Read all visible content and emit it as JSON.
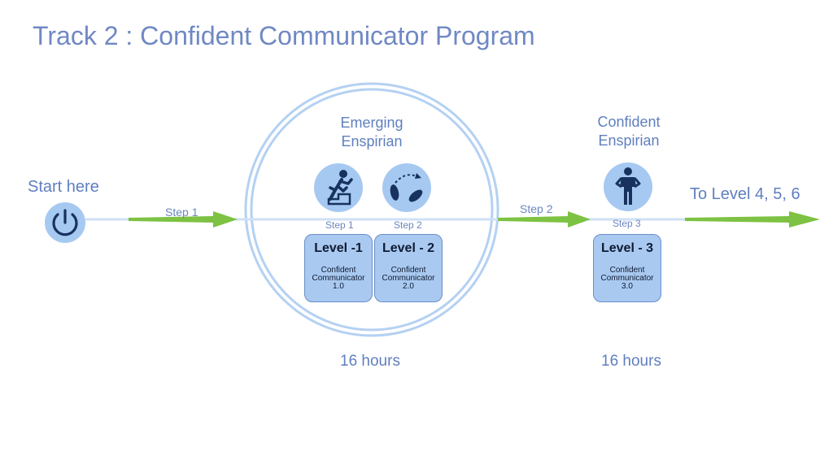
{
  "title": "Track 2 : Confident Communicator Program",
  "start": {
    "label": "Start here",
    "icon": "power-icon"
  },
  "arrows": [
    {
      "label": "Step 1"
    },
    {
      "label": "Step 2"
    },
    {
      "label": "To Level 4, 5, 6"
    }
  ],
  "stages": [
    {
      "name_line1": "Emerging",
      "name_line2": "Enspirian",
      "hours": "16 hours",
      "steps": [
        {
          "step_label": "Step 1",
          "icon": "climbing-stairs-icon",
          "level": "Level -1",
          "desc1": "Confident",
          "desc2": "Communicator",
          "desc3": "1.0"
        },
        {
          "step_label": "Step 2",
          "icon": "footsteps-icon",
          "level": "Level - 2",
          "desc1": "Confident",
          "desc2": "Communicator",
          "desc3": "2.0"
        }
      ]
    },
    {
      "name_line1": "Confident",
      "name_line2": "Enspirian",
      "hours": "16 hours",
      "steps": [
        {
          "step_label": "Step 3",
          "icon": "confident-person-icon",
          "level": "Level - 3",
          "desc1": "Confident",
          "desc2": "Communicator",
          "desc3": "3.0"
        }
      ]
    }
  ],
  "colors": {
    "title": "#7088c4",
    "track_line": "#cfe0f6",
    "arrow_green": "#7dc242",
    "level_box": "#a9c9f0",
    "icon_fill": "#a6c9f2",
    "icon_dark": "#17325e"
  }
}
